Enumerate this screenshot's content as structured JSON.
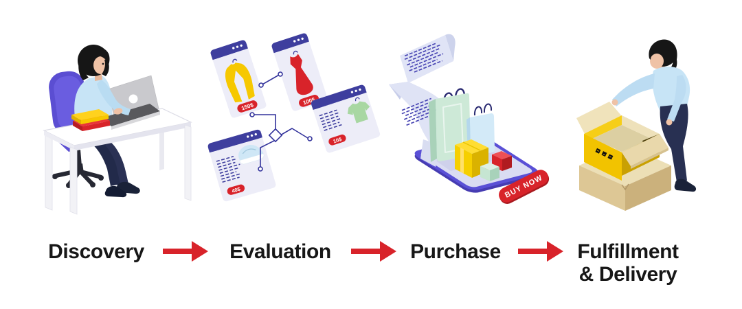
{
  "infographic": {
    "type": "customer-journey-flow",
    "background": "#ffffff"
  },
  "stages": [
    {
      "id": "discovery",
      "label": "Discovery",
      "illustration": "woman-researching-on-laptop-at-desk"
    },
    {
      "id": "evaluation",
      "label": "Evaluation",
      "illustration": "product-comparison-browser-cards",
      "cards": [
        {
          "item": "yellow-coat",
          "price": "150$"
        },
        {
          "item": "red-dress",
          "price": "100$"
        },
        {
          "item": "green-t-shirt",
          "price": "10$"
        },
        {
          "item": "blue-sneaker",
          "price": "40$"
        }
      ]
    },
    {
      "id": "purchase",
      "label": "Purchase",
      "illustration": "smartphone-checkout-with-bags-and-receipt",
      "buy_button_label": "BUY NOW"
    },
    {
      "id": "fulfillment",
      "label": "Fulfillment & Delivery",
      "label_line1": "Fulfillment",
      "label_line2": "& Delivery",
      "illustration": "woman-unpacking-delivery-boxes"
    }
  ],
  "arrow": {
    "count": 3,
    "color": "#d8232a"
  },
  "palette": {
    "text": "#171717",
    "accent_red": "#d8232a",
    "indigo": "#3e3e9e",
    "phone_purple": "#5a50d6",
    "shirt_blue": "#c7e4f6",
    "skin": "#efc2a6",
    "pants_navy": "#283052",
    "mint": "#cde9d7",
    "yellow": "#f6cf00",
    "cardboard": "#ddc795",
    "card_bg": "#ededf8"
  }
}
